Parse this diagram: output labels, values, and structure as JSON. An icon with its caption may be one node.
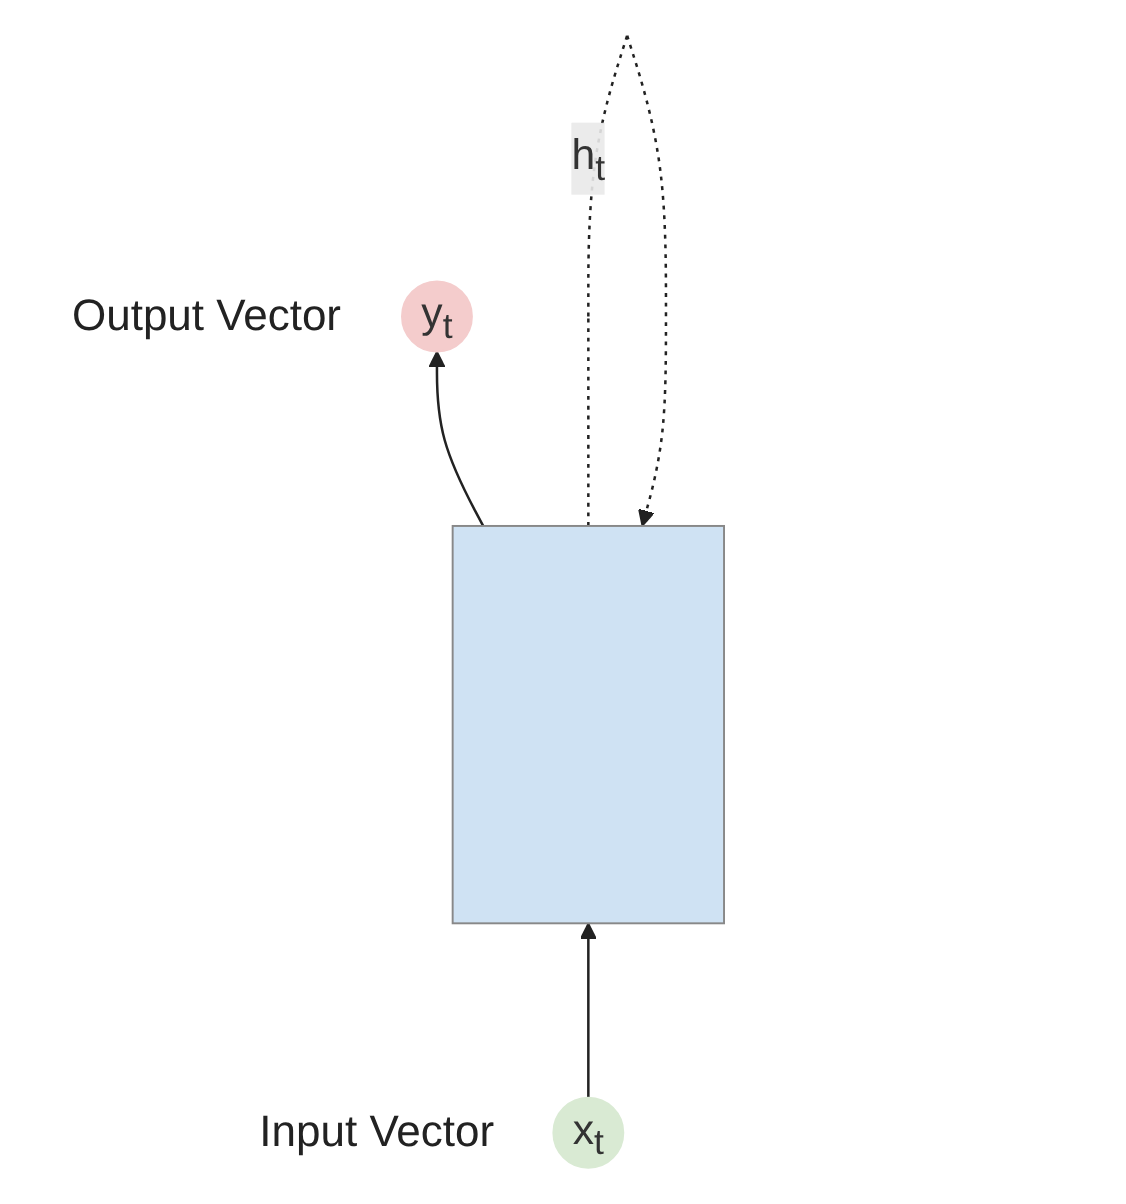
{
  "diagram": {
    "nodes": [
      {
        "text": [
          "y$_{t}$"
        ],
        "beside": [
          "Output Vector"
        ]
      },
      {
        "text": [],
        "shape": "box"
      },
      {
        "text": [
          "x$_{t}$"
        ],
        "beside": [
          "Input Vector"
        ]
      }
    ],
    "edges": [
      {
        "from": 2,
        "to": 1,
        "arrow": "to"
      },
      {
        "from": 1,
        "to": 0,
        "arrow": "to"
      },
      {
        "from": 1,
        "to": 1,
        "arrow": "to",
        "style": "dashed",
        "label": "h$_{t}$"
      }
    ]
  }
}
